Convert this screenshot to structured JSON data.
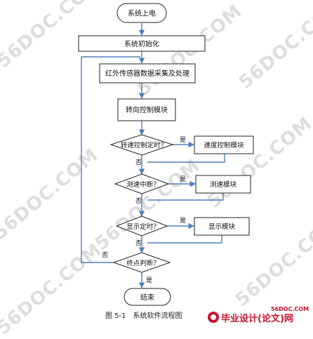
{
  "nodes": {
    "start": "系统上电",
    "init": "系统初始化",
    "ir": "红外传感器数据采集及处理",
    "turn": "转向控制模块",
    "speed_timer_q": "转速控制定时？",
    "speed_ctrl": "速度控制模块",
    "measure_q": "测速中断？",
    "measure": "测速模块",
    "display_q": "显示定时？",
    "display": "显示模块",
    "end_q": "终点判断？",
    "end": "结束"
  },
  "edge_labels": {
    "yes": "是",
    "no": "否"
  },
  "caption": {
    "fig_no": "图 5-1",
    "title": "系统软件流程图"
  },
  "watermarks": [
    "56DOC.COM",
    "56DOC.COM",
    "56DOC.COM",
    "56DOC.COM",
    "56DOC.COM",
    "56DOC.COM",
    "56DOC.COM",
    "56DOC.COM"
  ],
  "branding": {
    "url": "56DOC.COM",
    "name": "毕业设计(论文)网"
  },
  "colors": {
    "line": "#4f81bd",
    "box_border": "#222222",
    "brand": "#c8102e"
  }
}
